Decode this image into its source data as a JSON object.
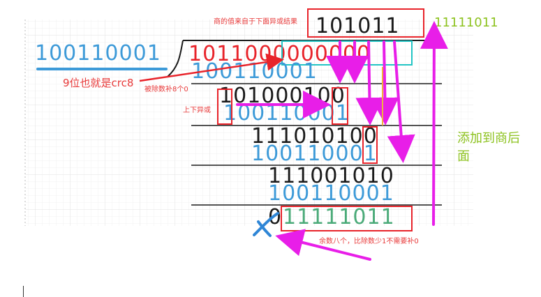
{
  "colors": {
    "black": "#1a1a1a",
    "blue": "#3d9ad8",
    "red": "#e8232a",
    "green": "#4aaa78",
    "magenta": "#e81ee8",
    "lime": "#8dc21f",
    "annotation": "#e83a3a",
    "teal_box": "#22c4c4",
    "grid": "#eeeeee"
  },
  "notes": {
    "quotient_note": "商的值来自于下面异或结果",
    "side_result": "11111011",
    "add_to_quotient_line1": "添加到商后",
    "add_to_quotient_line2": "面",
    "nine_bits": "9位也就是crc8",
    "pad_note": "被除数补8个0",
    "xor_note": "上下异或",
    "remainder_note": "余数八个，比除数少1不需要补0"
  },
  "division": {
    "quotient": "101011",
    "divisor": "100110001",
    "dividend": "1011000000000",
    "steps": [
      {
        "label": "step-1",
        "subtrahend": "100110001"
      },
      {
        "label": "step-2",
        "value": "101000100",
        "subtrahend": "100110001"
      },
      {
        "label": "step-3",
        "value": "111010100",
        "subtrahend": "100110001"
      },
      {
        "label": "step-4",
        "value": "111001010",
        "subtrahend": "100110001"
      }
    ],
    "remainder_lead": "0",
    "remainder": "11111011"
  }
}
